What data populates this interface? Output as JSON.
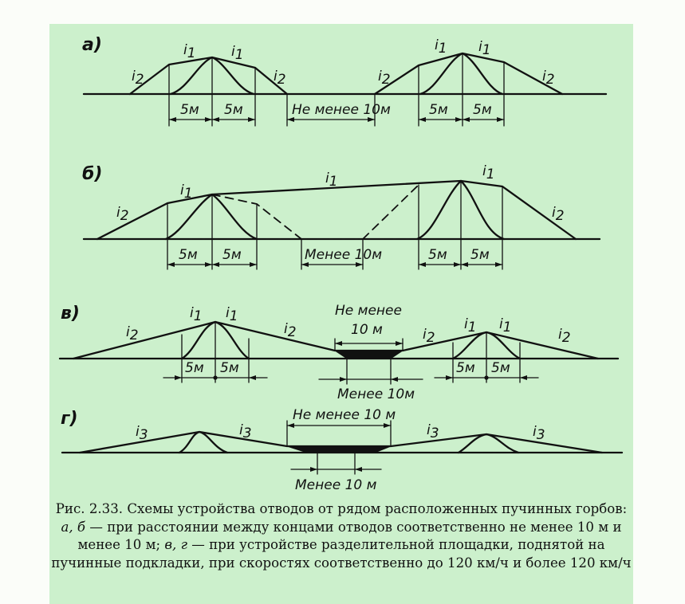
{
  "figure": {
    "panels": [
      {
        "letter": "а)",
        "grades": [
          "i2",
          "i1",
          "i1",
          "i2",
          "i2",
          "i1",
          "i1",
          "i2"
        ],
        "dims": [
          "5м",
          "5м",
          "Не менее 10м",
          "5м",
          "5м"
        ]
      },
      {
        "letter": "б)",
        "grades": [
          "i2",
          "i1",
          "i1",
          "i1",
          "i2"
        ],
        "dims": [
          "5м",
          "5м",
          "Менее 10м",
          "5м",
          "5м"
        ]
      },
      {
        "letter": "в)",
        "grades": [
          "i2",
          "i1",
          "i1",
          "i2",
          "i2",
          "i1",
          "i1",
          "i2"
        ],
        "dims": [
          "5м",
          "5м",
          "Не менее",
          "10 м",
          "Менее 10м",
          "5м",
          "5м"
        ]
      },
      {
        "letter": "г)",
        "grades": [
          "i3",
          "i3",
          "i3",
          "i3"
        ],
        "dims": [
          "Не менее 10 м",
          "Менее 10 м"
        ]
      }
    ]
  },
  "caption": {
    "prefix": "Рис. 2.33. Схемы устройства отводов от рядом расположенных пучинных горбов: ",
    "ab": "а, б",
    "part1": " — при расстоянии между концами отводов соответственно не менее 10 м и менее 10 м; ",
    "vg": "в, г",
    "part2": " — при устройстве разделительной площадки, поднятой на пучинные подкладки, при скоростях соответственно до 120 км/ч и более 120 км/ч"
  }
}
